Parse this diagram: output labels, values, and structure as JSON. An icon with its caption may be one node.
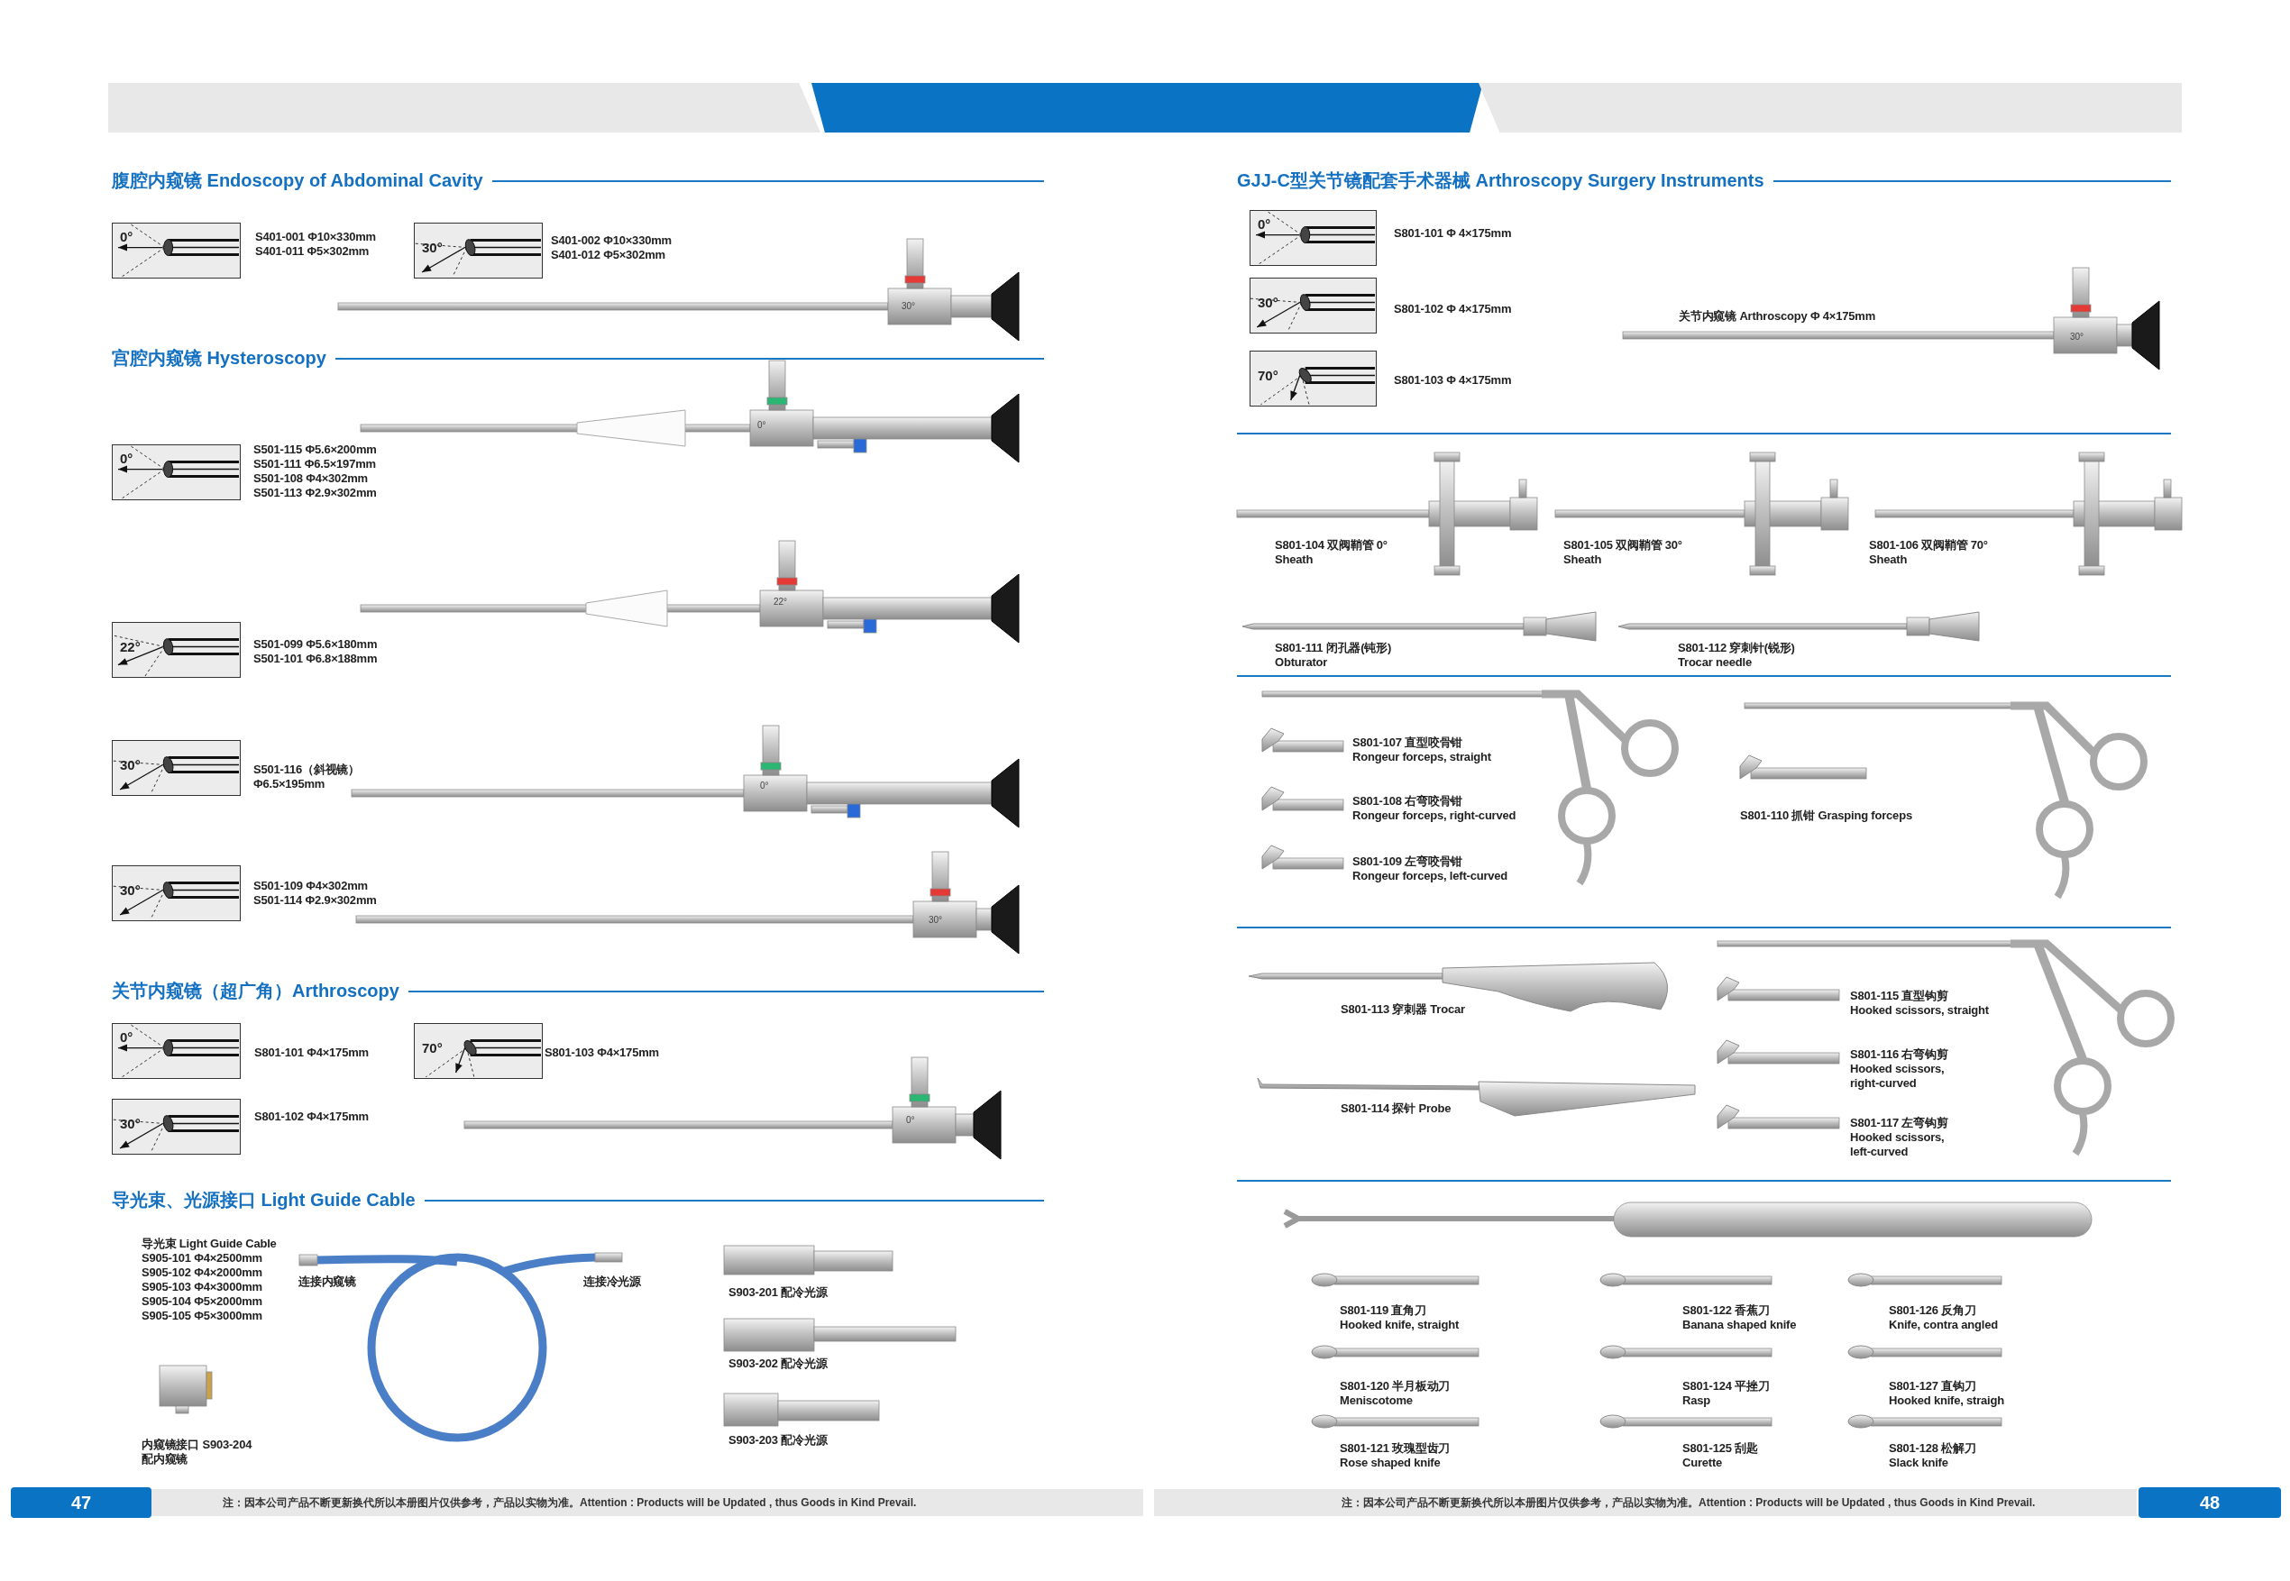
{
  "diagram": {
    "nodes": [
      {
        "text": [],
        "shape": "bar"
      },
      {
        "text": [],
        "shape": "bar"
      },
      {
        "text": [],
        "shape": "bar"
      },
      {
        "text": [
          "0°"
        ]
      },
      {
        "text": [
          "30°"
        ]
      },
      {
        "text": [
          "0°"
        ]
      },
      {
        "text": [
          "22°"
        ]
      },
      {
        "text": [
          "30°"
        ]
      },
      {
        "text": [
          "30°"
        ]
      },
      {
        "text": [
          "0°"
        ]
      },
      {
        "text": [
          "70°"
        ]
      },
      {
        "text": [
          "30°"
        ]
      },
      {
        "text": [
          "0°"
        ]
      },
      {
        "text": [
          "30°"
        ]
      },
      {
        "text": [
          "70°"
        ]
      },
      {
        "text": [
          "47"
        ]
      },
      {
        "text": [
          "注：因本公司产品不断更新换代所以本册图片仅供参考，产品以实物为准。Attention : Products will be Updated , thus Goods in Kind Prevail."
        ]
      },
      {
        "text": [
          "注：因本公司产品不断更新换代所以本册图片仅供参考，产品以实物为准。Attention : Products will be Updated , thus Goods in Kind Prevail."
        ]
      },
      {
        "text": [
          "48"
        ]
      }
    ],
    "labels": [
      "腹腔内窥镜 Endoscopy of Abdominal Cavity",
      "S401-001 Φ10×330mm",
      "S401-011 Φ5×302mm",
      "S401-002 Φ10×330mm",
      "S401-012 Φ5×302mm",
      "30°",
      "宫腔内窥镜 Hysteroscopy",
      "0°",
      "S501-115 Φ5.6×200mm",
      "S501-111 Φ6.5×197mm",
      "S501-108 Φ4×302mm",
      "S501-113 Φ2.9×302mm",
      "22°",
      "S501-099 Φ5.6×180mm",
      "S501-101 Φ6.8×188mm",
      "S501-116（斜视镜）",
      "Φ6.5×195mm",
      "0°",
      "S501-109 Φ4×302mm",
      "S501-114 Φ2.9×302mm",
      "30°",
      "关节内窥镜（超广角）Arthroscopy",
      "S801-101 Φ4×175mm",
      "S801-103 Φ4×175mm",
      "S801-102 Φ4×175mm",
      "0°",
      "导光束、光源接口 Light Guide Cable",
      "导光束 Light Guide Cable",
      "S905-101 Φ4×2500mm",
      "S905-102 Φ4×2000mm",
      "S905-103 Φ4×3000mm",
      "S905-104 Φ5×2000mm",
      "S905-105 Φ5×3000mm",
      "连接内窥镜",
      "连接冷光源",
      "S903-201 配冷光源",
      "S903-202 配冷光源",
      "内窥镜接口 S903-204",
      "S903-203 配冷光源",
      "配内窥镜",
      "GJJ-C型关节镜配套手术器械 Arthroscopy Surgery Instruments",
      "S801-101 Φ 4×175mm",
      "关节内窥镜 Arthroscopy Φ 4×175mm",
      "30°",
      "S801-102 Φ 4×175mm",
      "S801-103 Φ 4×175mm",
      "S801-104 双阀鞘管 0°",
      "Sheath",
      "S801-105 双阀鞘管 30°",
      "Sheath",
      "S801-106 双阀鞘管 70°",
      "Sheath",
      "S801-111 闭孔器(钝形)",
      "Obturator",
      "S801-112 穿刺针(锐形)",
      "Trocar needle",
      "S801-107 直型咬骨钳",
      "Rongeur forceps, straight",
      "S801-108 右弯咬骨钳",
      "Rongeur forceps, right-curved",
      "S801-109 左弯咬骨钳",
      "Rongeur forceps, left-curved",
      "S801-110 抓钳 Grasping forceps",
      "S801-113 穿刺器 Trocar",
      "S801-115 直型钩剪",
      "Hooked scissors, straight",
      "S801-116 右弯钩剪",
      "Hooked scissors, right-curved",
      "S801-117 左弯钩剪",
      "Hooked scissors, left-curved",
      "S801-114 探针 Probe",
      "S801-119 直角刀",
      "Hooked knife, straight",
      "S801-122 香蕉刀",
      "Banana shaped knife",
      "S801-126 反角刀",
      "Knife, contra angled",
      "S801-120 半月板动刀",
      "Meniscotome",
      "S801-124 平挫刀",
      "Rasp",
      "S801-127 直钩刀",
      "Hooked knife, straigh",
      "S801-121 玫瑰型齿刀",
      "Rose shaped knife",
      "S801-125 刮匙",
      "Curette",
      "S801-128 松解刀",
      "Slack knife"
    ]
  }
}
